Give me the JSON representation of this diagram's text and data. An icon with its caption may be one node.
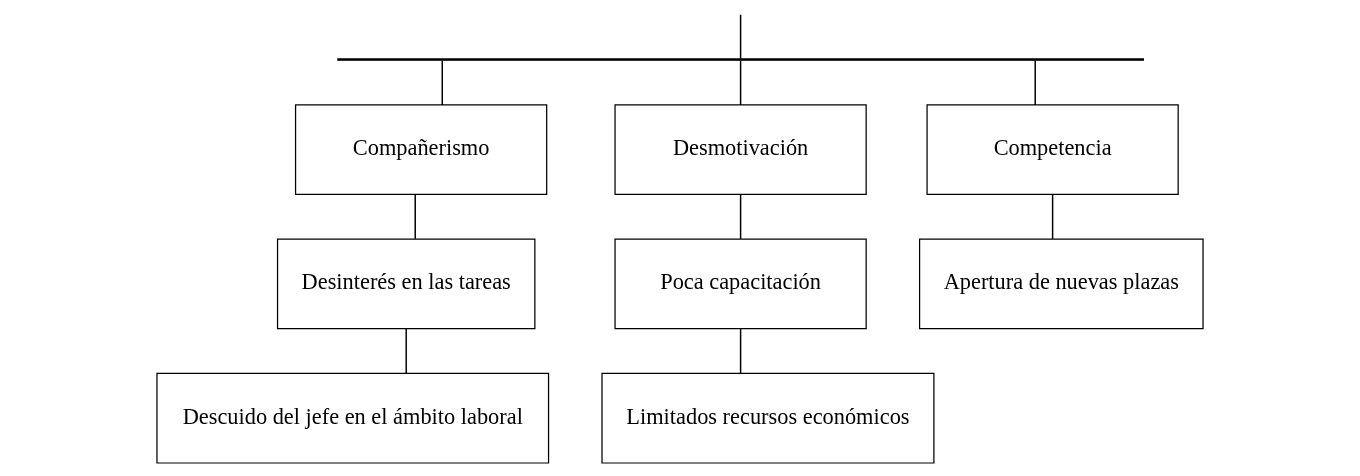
{
  "diagram": {
    "nodes": [
      {
        "text": [],
        "shape": "bar"
      },
      {
        "text": [
          "Compañerismo"
        ]
      },
      {
        "text": [
          "Desmotivación"
        ]
      },
      {
        "text": [
          "Competencia"
        ]
      },
      {
        "text": [
          "Desinterés en las tareas"
        ]
      },
      {
        "text": [
          "Poca capacitación"
        ]
      },
      {
        "text": [
          "Apertura de nuevas plazas"
        ]
      },
      {
        "text": [
          "Descuido del jefe en el ámbito laboral"
        ]
      },
      {
        "text": [
          "Limitados recursos económicos"
        ]
      }
    ],
    "edges": [
      {
        "from": null,
        "to": 0,
        "arrow": "none"
      },
      {
        "from": 0,
        "to": 1,
        "arrow": "none"
      },
      {
        "from": 0,
        "to": 2,
        "arrow": "none"
      },
      {
        "from": 0,
        "to": 3,
        "arrow": "none"
      },
      {
        "from": 1,
        "to": 4,
        "arrow": "none"
      },
      {
        "from": 4,
        "to": 7,
        "arrow": "none"
      },
      {
        "from": 2,
        "to": 5,
        "arrow": "none"
      },
      {
        "from": 5,
        "to": 8,
        "arrow": "none"
      },
      {
        "from": 3,
        "to": 6,
        "arrow": "none"
      }
    ]
  }
}
